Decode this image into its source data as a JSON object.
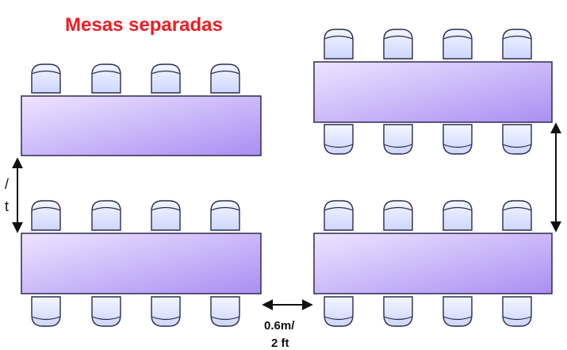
{
  "title": "Mesas separadas",
  "spacing_label": "0.6m/",
  "spacing_label_cut": "2 ft",
  "left_edge_text": [
    "/",
    "t"
  ],
  "colors": {
    "title": "#ee1c24",
    "table_light": "#efe4ff",
    "table_dark": "#a98ff2",
    "table_stroke": "#2b2b55",
    "chair_fill": "#e7ecff",
    "arrow": "#111111"
  }
}
